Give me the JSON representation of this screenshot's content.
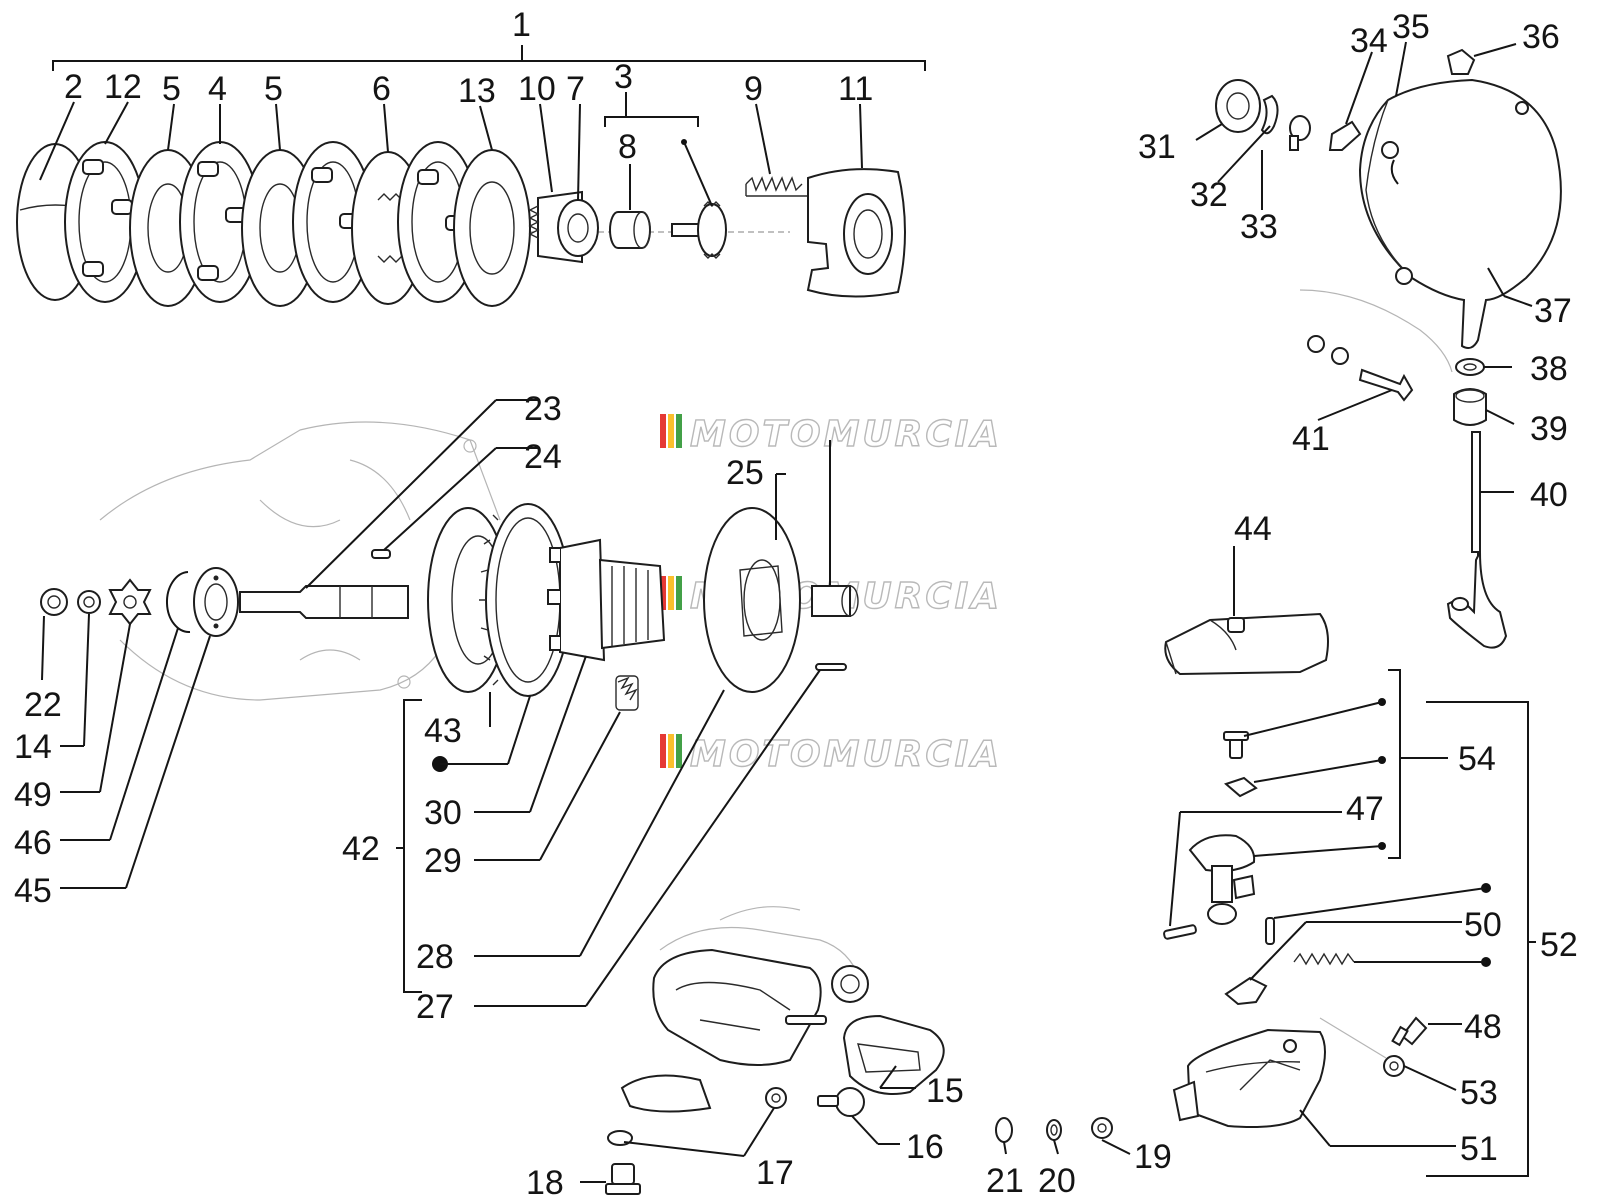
{
  "watermark": {
    "text": "MOTOMURCIA",
    "stripe_colors": [
      "#e53935",
      "#fbc02d",
      "#43a047"
    ]
  },
  "labels": {
    "l1": "1",
    "l2": "2",
    "l3": "3",
    "l4": "4",
    "l5a": "5",
    "l5b": "5",
    "l6": "6",
    "l7": "7",
    "l8": "8",
    "l9": "9",
    "l10": "10",
    "l11": "11",
    "l12": "12",
    "l13": "13",
    "l14": "14",
    "l15": "15",
    "l16": "16",
    "l17": "17",
    "l18": "18",
    "l19": "19",
    "l20": "20",
    "l21": "21",
    "l22": "22",
    "l23": "23",
    "l24": "24",
    "l25": "25",
    "l27": "27",
    "l28": "28",
    "l29": "29",
    "l30": "30",
    "l31": "31",
    "l32": "32",
    "l33": "33",
    "l34": "34",
    "l35": "35",
    "l36": "36",
    "l37": "37",
    "l38": "38",
    "l39": "39",
    "l40": "40",
    "l41": "41",
    "l42": "42",
    "l43": "43",
    "l44": "44",
    "l45": "45",
    "l46": "46",
    "l47": "47",
    "l48": "48",
    "l49": "49",
    "l50": "50",
    "l51": "51",
    "l52": "52",
    "l53": "53",
    "l54": "54"
  }
}
